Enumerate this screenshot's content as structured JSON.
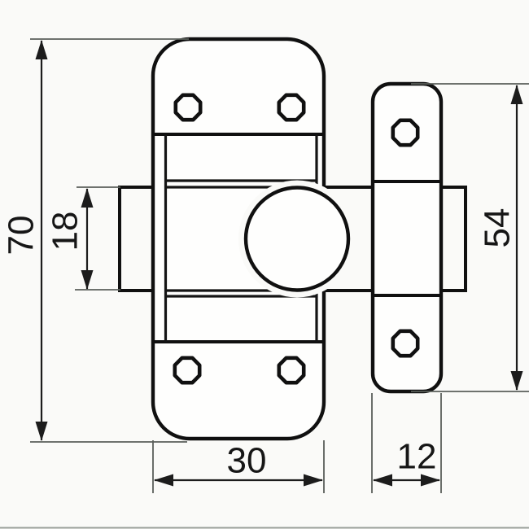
{
  "drawing": {
    "kind": "technical-drawing",
    "subject": "surface-mounted bolt latch, front view with keeper plate",
    "colors": {
      "outline": "#101010",
      "dimension": "#1c1c1c",
      "extension": "#5a5f5a",
      "background": "#fafaf8",
      "fill": "#fefefd"
    },
    "labels": {
      "plate_height": "70",
      "bolt_height": "18",
      "keeper_height": "54",
      "plate_width": "30",
      "keeper_width": "12"
    }
  }
}
